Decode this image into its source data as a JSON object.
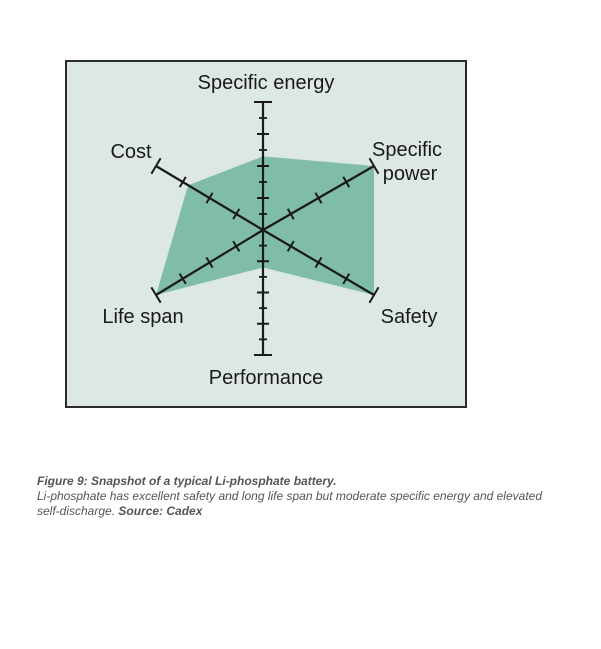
{
  "chart_data": {
    "type": "radar",
    "axes": [
      "Specific energy",
      "Specific power",
      "Safety",
      "Performance",
      "Life span",
      "Cost"
    ],
    "axis_labels": {
      "specific_energy": "Specific energy",
      "specific_power_line1": "Specific",
      "specific_power_line2": "power",
      "safety": "Safety",
      "performance": "Performance",
      "life_span": "Life span",
      "cost": "Cost"
    },
    "scale_max": 4,
    "ticks_per_axis": 4,
    "values": [
      2.3,
      4,
      4,
      1.2,
      4,
      2.8
    ],
    "fill_color": "#5fae97",
    "fill_opacity": 0.75,
    "background_color": "#dde7e3",
    "axis_color": "#1a1a1a"
  },
  "caption": {
    "title": "Figure 9: Snapshot of a typical Li-phosphate battery.",
    "body": "Li-phosphate has excellent safety and long life span but moderate specific energy and elevated self-discharge. ",
    "source": "Source: Cadex"
  }
}
